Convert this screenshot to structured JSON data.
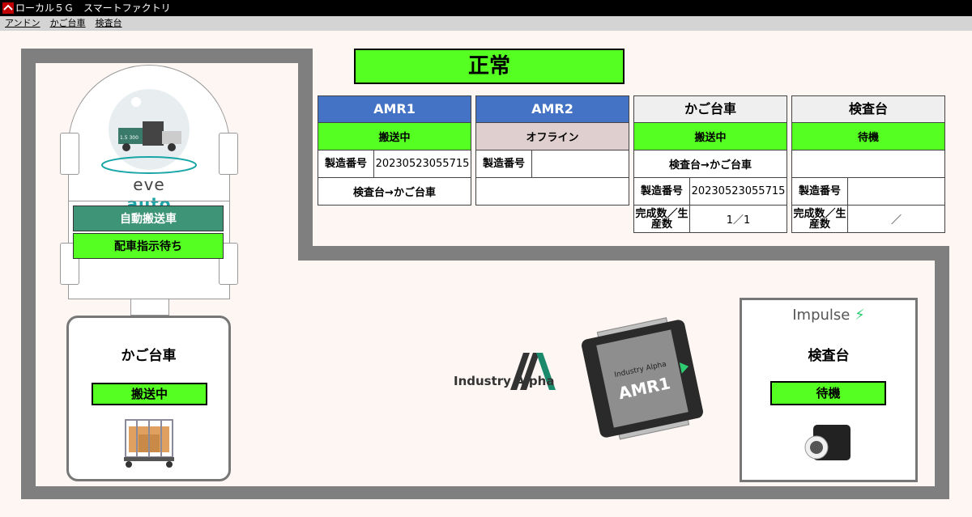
{
  "window": {
    "title": "ローカル５Ｇ　スマートファクトリ"
  },
  "menu": [
    "アンドン",
    "かご台車",
    "検査台"
  ],
  "status": {
    "label": "正常",
    "color": "#55ff22"
  },
  "cards": {
    "amr1": {
      "title": "AMR1",
      "state": "搬送中",
      "serial_label": "製造番号",
      "serial": "20230523055715",
      "route": "検査台→かご台車"
    },
    "amr2": {
      "title": "AMR2",
      "state": "オフライン",
      "serial_label": "製造番号",
      "serial": "",
      "route": ""
    },
    "cage": {
      "title": "かご台車",
      "state": "搬送中",
      "route": "検査台→かご台車",
      "serial_label": "製造番号",
      "serial": "20230523055715",
      "progress_label": "完成数／生産数",
      "progress": "1／1"
    },
    "inspect": {
      "title": "検査台",
      "state": "待機",
      "route": "",
      "serial_label": "製造番号",
      "serial": "",
      "progress_label": "完成数／生産数",
      "progress": "／"
    }
  },
  "robot": {
    "brand_a": "eve",
    "brand_b": "auto",
    "name": "自動搬送車",
    "state": "配車指示待ち",
    "badge": "1.5 300"
  },
  "cage_panel": {
    "title": "かご台車",
    "state": "搬送中"
  },
  "inspect_panel": {
    "brand": "Impulse",
    "title": "検査台",
    "state": "待機"
  },
  "center": {
    "brand": "Industry Alpha",
    "amr_label": "AMR1",
    "amr_brand": "Industry Alpha"
  }
}
